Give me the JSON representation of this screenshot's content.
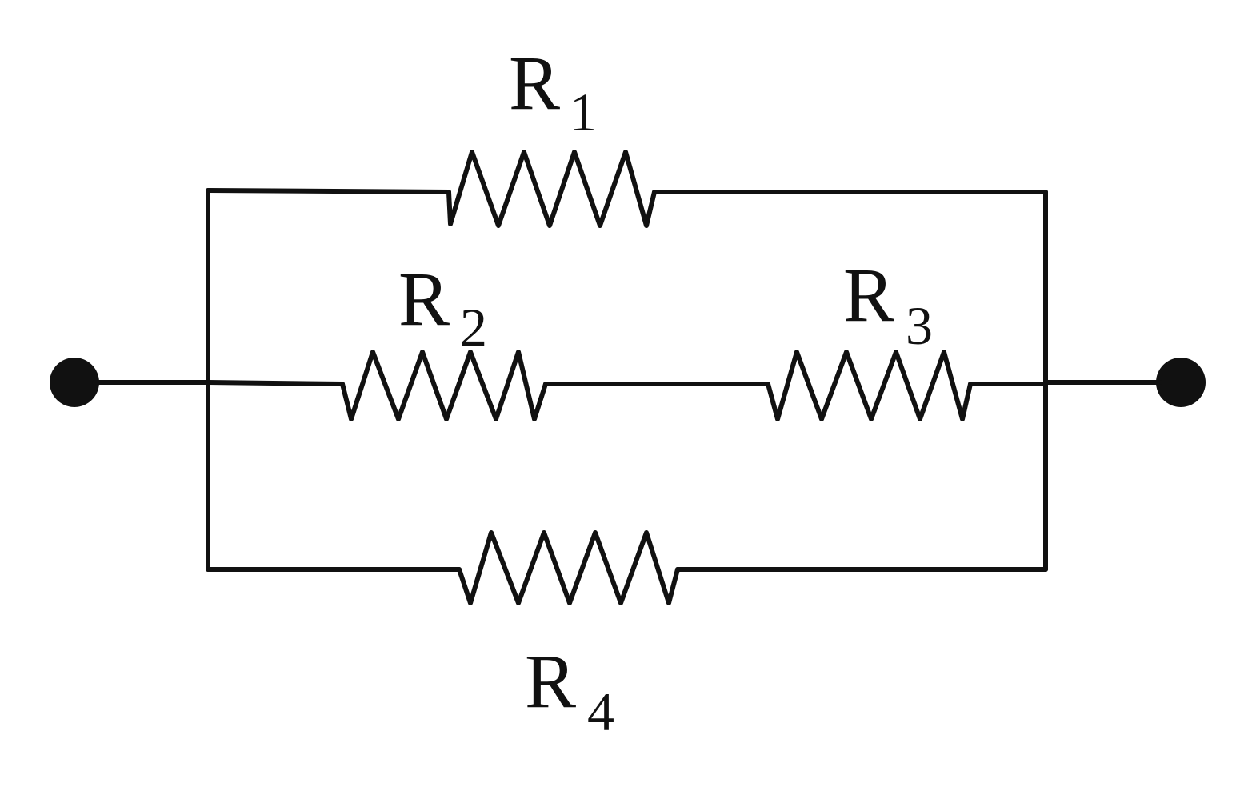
{
  "diagram": {
    "resistors": [
      {
        "letter": "R",
        "index": "1"
      },
      {
        "letter": "R",
        "index": "2"
      },
      {
        "letter": "R",
        "index": "3"
      },
      {
        "letter": "R",
        "index": "4"
      }
    ]
  },
  "colors": {
    "line": "#111111",
    "background": "#ffffff"
  }
}
